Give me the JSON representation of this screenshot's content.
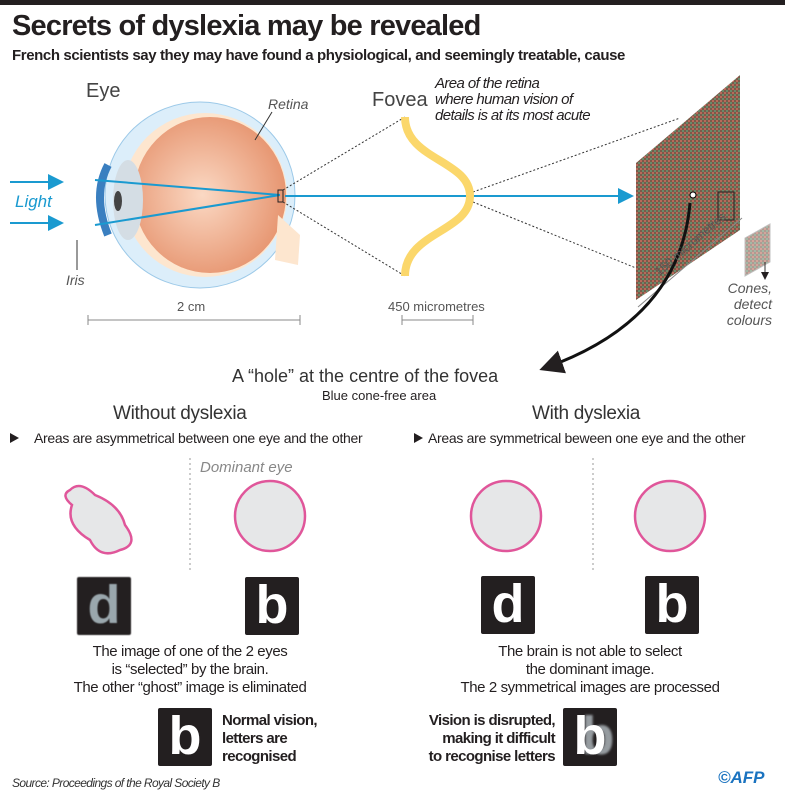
{
  "header": {
    "title": "Secrets of dyslexia may be revealed",
    "subtitle": "French scientists say they may have found a physiological, and seemingly treatable, cause"
  },
  "eye_diagram": {
    "eye_label": "Eye",
    "retina_label": "Retina",
    "light_label": "Light",
    "iris_label": "Iris",
    "eye_scale": "2 cm",
    "fovea_label": "Fovea",
    "fovea_description": [
      "Area of the retina",
      "where human vision of",
      "details is at its most acute"
    ],
    "fovea_scale": "450 micrometres",
    "mosaic_scale": "150 micrometres",
    "cones_label": [
      "Cones,",
      "detect",
      "colours"
    ],
    "hole_label": "A “hole” at the centre of the fovea",
    "hole_sublabel": "Blue cone-free area"
  },
  "comparison": {
    "without": {
      "heading": "Without dyslexia",
      "bullet": "Areas are asymmetrical between one eye and the other",
      "dominant_eye_label": "Dominant eye",
      "letters": [
        "d",
        "b"
      ],
      "explanation": [
        "The image of one of the 2 eyes",
        "is “selected” by the brain.",
        "The other “ghost” image is eliminated"
      ],
      "result_letter": "b",
      "result_text": [
        "Normal vision,",
        "letters are",
        "recognised"
      ]
    },
    "with": {
      "heading": "With dyslexia",
      "bullet": "Areas are symmetrical beween one eye and the other",
      "letters": [
        "d",
        "b"
      ],
      "explanation": [
        "The brain is not able to select",
        "the dominant image.",
        "The 2 symmetrical images are processed"
      ],
      "result_letter": "b",
      "result_text": [
        "Vision is disrupted,",
        "making it difficult",
        "to recognise letters"
      ]
    }
  },
  "footer": {
    "source": "Source: Proceedings of the Royal Society B",
    "credit": "©AFP"
  },
  "colors": {
    "light_blue": "#1a9ad0",
    "fovea_yellow": "#fbd76b",
    "blob_pink": "#e0569a",
    "eyeball_orange": "#e89a74"
  }
}
